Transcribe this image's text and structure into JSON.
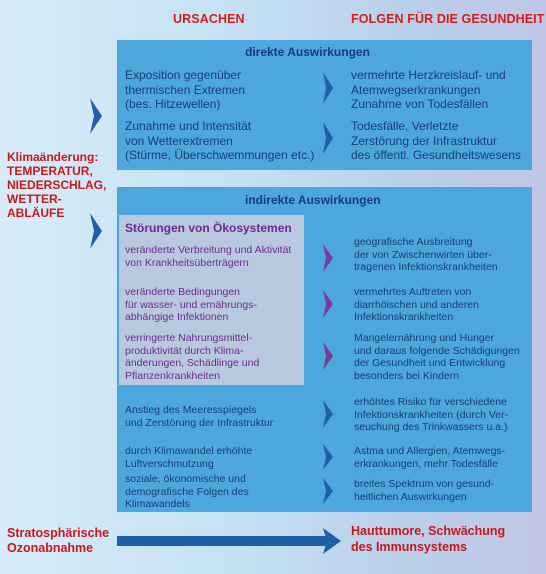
{
  "headers": {
    "causes": "URSACHEN",
    "effects": "FOLGEN FÜR DIE GESUNDHEIT"
  },
  "left": {
    "climate_title": "Klimaänderung:",
    "climate_sub": [
      "TEMPERATUR,",
      "NIEDERSCHLAG,",
      "WETTER-",
      "ABLÄUFE"
    ],
    "strato": [
      "Stratosphärische",
      "Ozonabnahme"
    ]
  },
  "direct": {
    "title": "direkte Auswirkungen",
    "rows": [
      {
        "cause": [
          "Exposition gegenüber",
          "thermischen Extremen",
          "(bes. Hitzewellen)"
        ],
        "effect": [
          "vermehrte Herzkreislauf- und",
          "Atemwegserkrankungen",
          "Zunahme von Todesfällen"
        ]
      },
      {
        "cause": [
          "Zunahme und Intensität",
          "von Wetterextremen",
          "(Stürme, Überschwemmungen etc.)"
        ],
        "effect": [
          "Todesfälle, Verletzte",
          "Zerstörung der Infrastruktur",
          "des öffentl. Gesundheitswesens"
        ]
      }
    ]
  },
  "indirect": {
    "title": "indirekte Auswirkungen",
    "eco_title": "Störungen von Ökosystemen",
    "eco_rows": [
      {
        "cause": [
          "veränderte Verbreitung und Aktivität",
          "von Krankheitsüberträgern"
        ],
        "effect": [
          "geografische Ausbreitung",
          "der von Zwischenwirten über-",
          "tragenen Infektionskrankheiten"
        ]
      },
      {
        "cause": [
          "veränderte Bedingungen",
          "für wasser- und ernährungs-",
          "abhängige Infektionen"
        ],
        "effect": [
          "vermehrtes Auftreten von",
          "diarrhöischen und anderen",
          "Infektionskrankheiten"
        ]
      },
      {
        "cause": [
          "verringerte Nahrungsmittel-",
          "produktivität durch Klima-",
          "änderungen, Schädlinge und",
          "Pflanzenkrankheiten"
        ],
        "effect": [
          "Mangelernährung und Hunger",
          "und daraus folgende Schädigungen",
          "der Gesundheit und Entwicklung",
          "besonders bei Kindern"
        ]
      }
    ],
    "other_rows": [
      {
        "cause": [
          "Anstieg des Meeresspiegels",
          "und Zerstörung der Infrastruktur"
        ],
        "effect": [
          "erhöhtes Risiko für verschiedene",
          "Infektionskrankheiten (durch Ver-",
          "seuchung des Trinkwassers u.a.)"
        ]
      },
      {
        "cause": [
          "durch Klimawandel erhöhte",
          "Luftverschmutzung"
        ],
        "effect": [
          "Astma und Allergien, Atemwegs-",
          "erkrankungen, mehr Todesfälle"
        ]
      },
      {
        "cause": [
          "soziale, ökonomische und",
          "demografische Folgen des",
          "Klimawandels"
        ],
        "effect": [
          "breites Spektrum von gesund-",
          "heitlichen Auswirkungen"
        ]
      }
    ]
  },
  "ozone_effect": [
    "Hauttumore, Schwächung",
    "des Immunsystems"
  ],
  "colors": {
    "red": "#c8181c",
    "box": "#4da6dc",
    "arrow_blue": "#1e5fa8",
    "arrow_purple": "#7a3a9a",
    "text_blue": "#163f78"
  }
}
